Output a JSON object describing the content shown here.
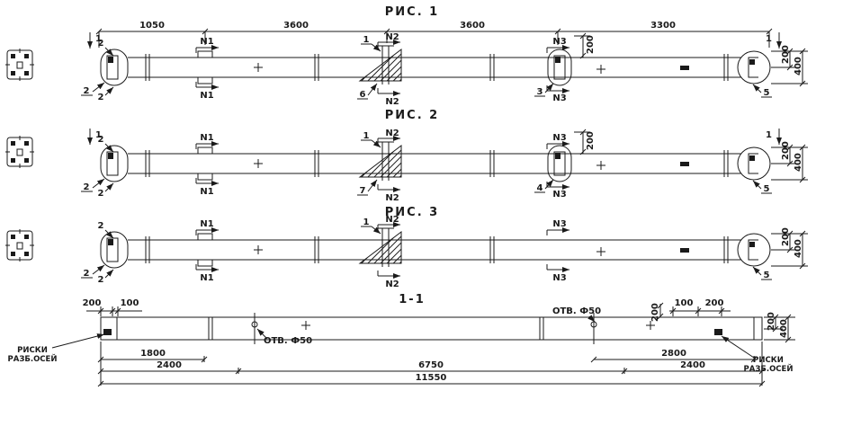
{
  "figures": [
    {
      "title": "РИС. 1",
      "dims": [
        "1050",
        "3600",
        "3600",
        "3300"
      ],
      "marks": {
        "cut1": "1",
        "cut2": "2",
        "n1": "N1",
        "n2": "N2",
        "n3": "N3"
      },
      "callouts": {
        "end_left": "2",
        "gusset_top": "1",
        "gusset": "6",
        "sleeve": "3",
        "end_right": "5"
      },
      "vdims": {
        "n3": "200",
        "h200": "200",
        "h400": "400"
      }
    },
    {
      "title": "РИС. 2",
      "marks": {
        "cut1": "1",
        "cut2": "2",
        "n1": "N1",
        "n2": "N2",
        "n3": "N3"
      },
      "callouts": {
        "end_left": "2",
        "gusset_top": "1",
        "gusset": "7",
        "sleeve": "4",
        "end_right": "5"
      },
      "vdims": {
        "n3": "200",
        "h200": "200",
        "h400": "400"
      }
    },
    {
      "title": "РИС. 3",
      "marks": {
        "cut2": "2",
        "n1": "N1",
        "n2": "N2",
        "n3": "N3"
      },
      "callouts": {
        "end_left": "2",
        "gusset_top": "1",
        "end_right": "5"
      },
      "vdims": {
        "h200": "200",
        "h400": "400"
      }
    }
  ],
  "section": {
    "title": "1-1",
    "top_dims_left": [
      "200",
      "100"
    ],
    "top_dims_right": [
      "100",
      "200"
    ],
    "hole_left": "ОТВ. Ф50",
    "hole_right": "ОТВ. Ф50",
    "vdims": {
      "hole": "200",
      "h200": "200",
      "h400": "400"
    },
    "bottom_dims": [
      "1800",
      "2400",
      "6750",
      "2800",
      "2400",
      "11550"
    ],
    "risk_left": [
      "РИСКИ",
      "РАЗБ.ОСЕЙ"
    ],
    "risk_right": [
      "РИСКИ",
      "РАЗБ.ОСЕЙ"
    ]
  },
  "colors": {
    "ink": "#1a1a1a",
    "background": "#ffffff"
  }
}
